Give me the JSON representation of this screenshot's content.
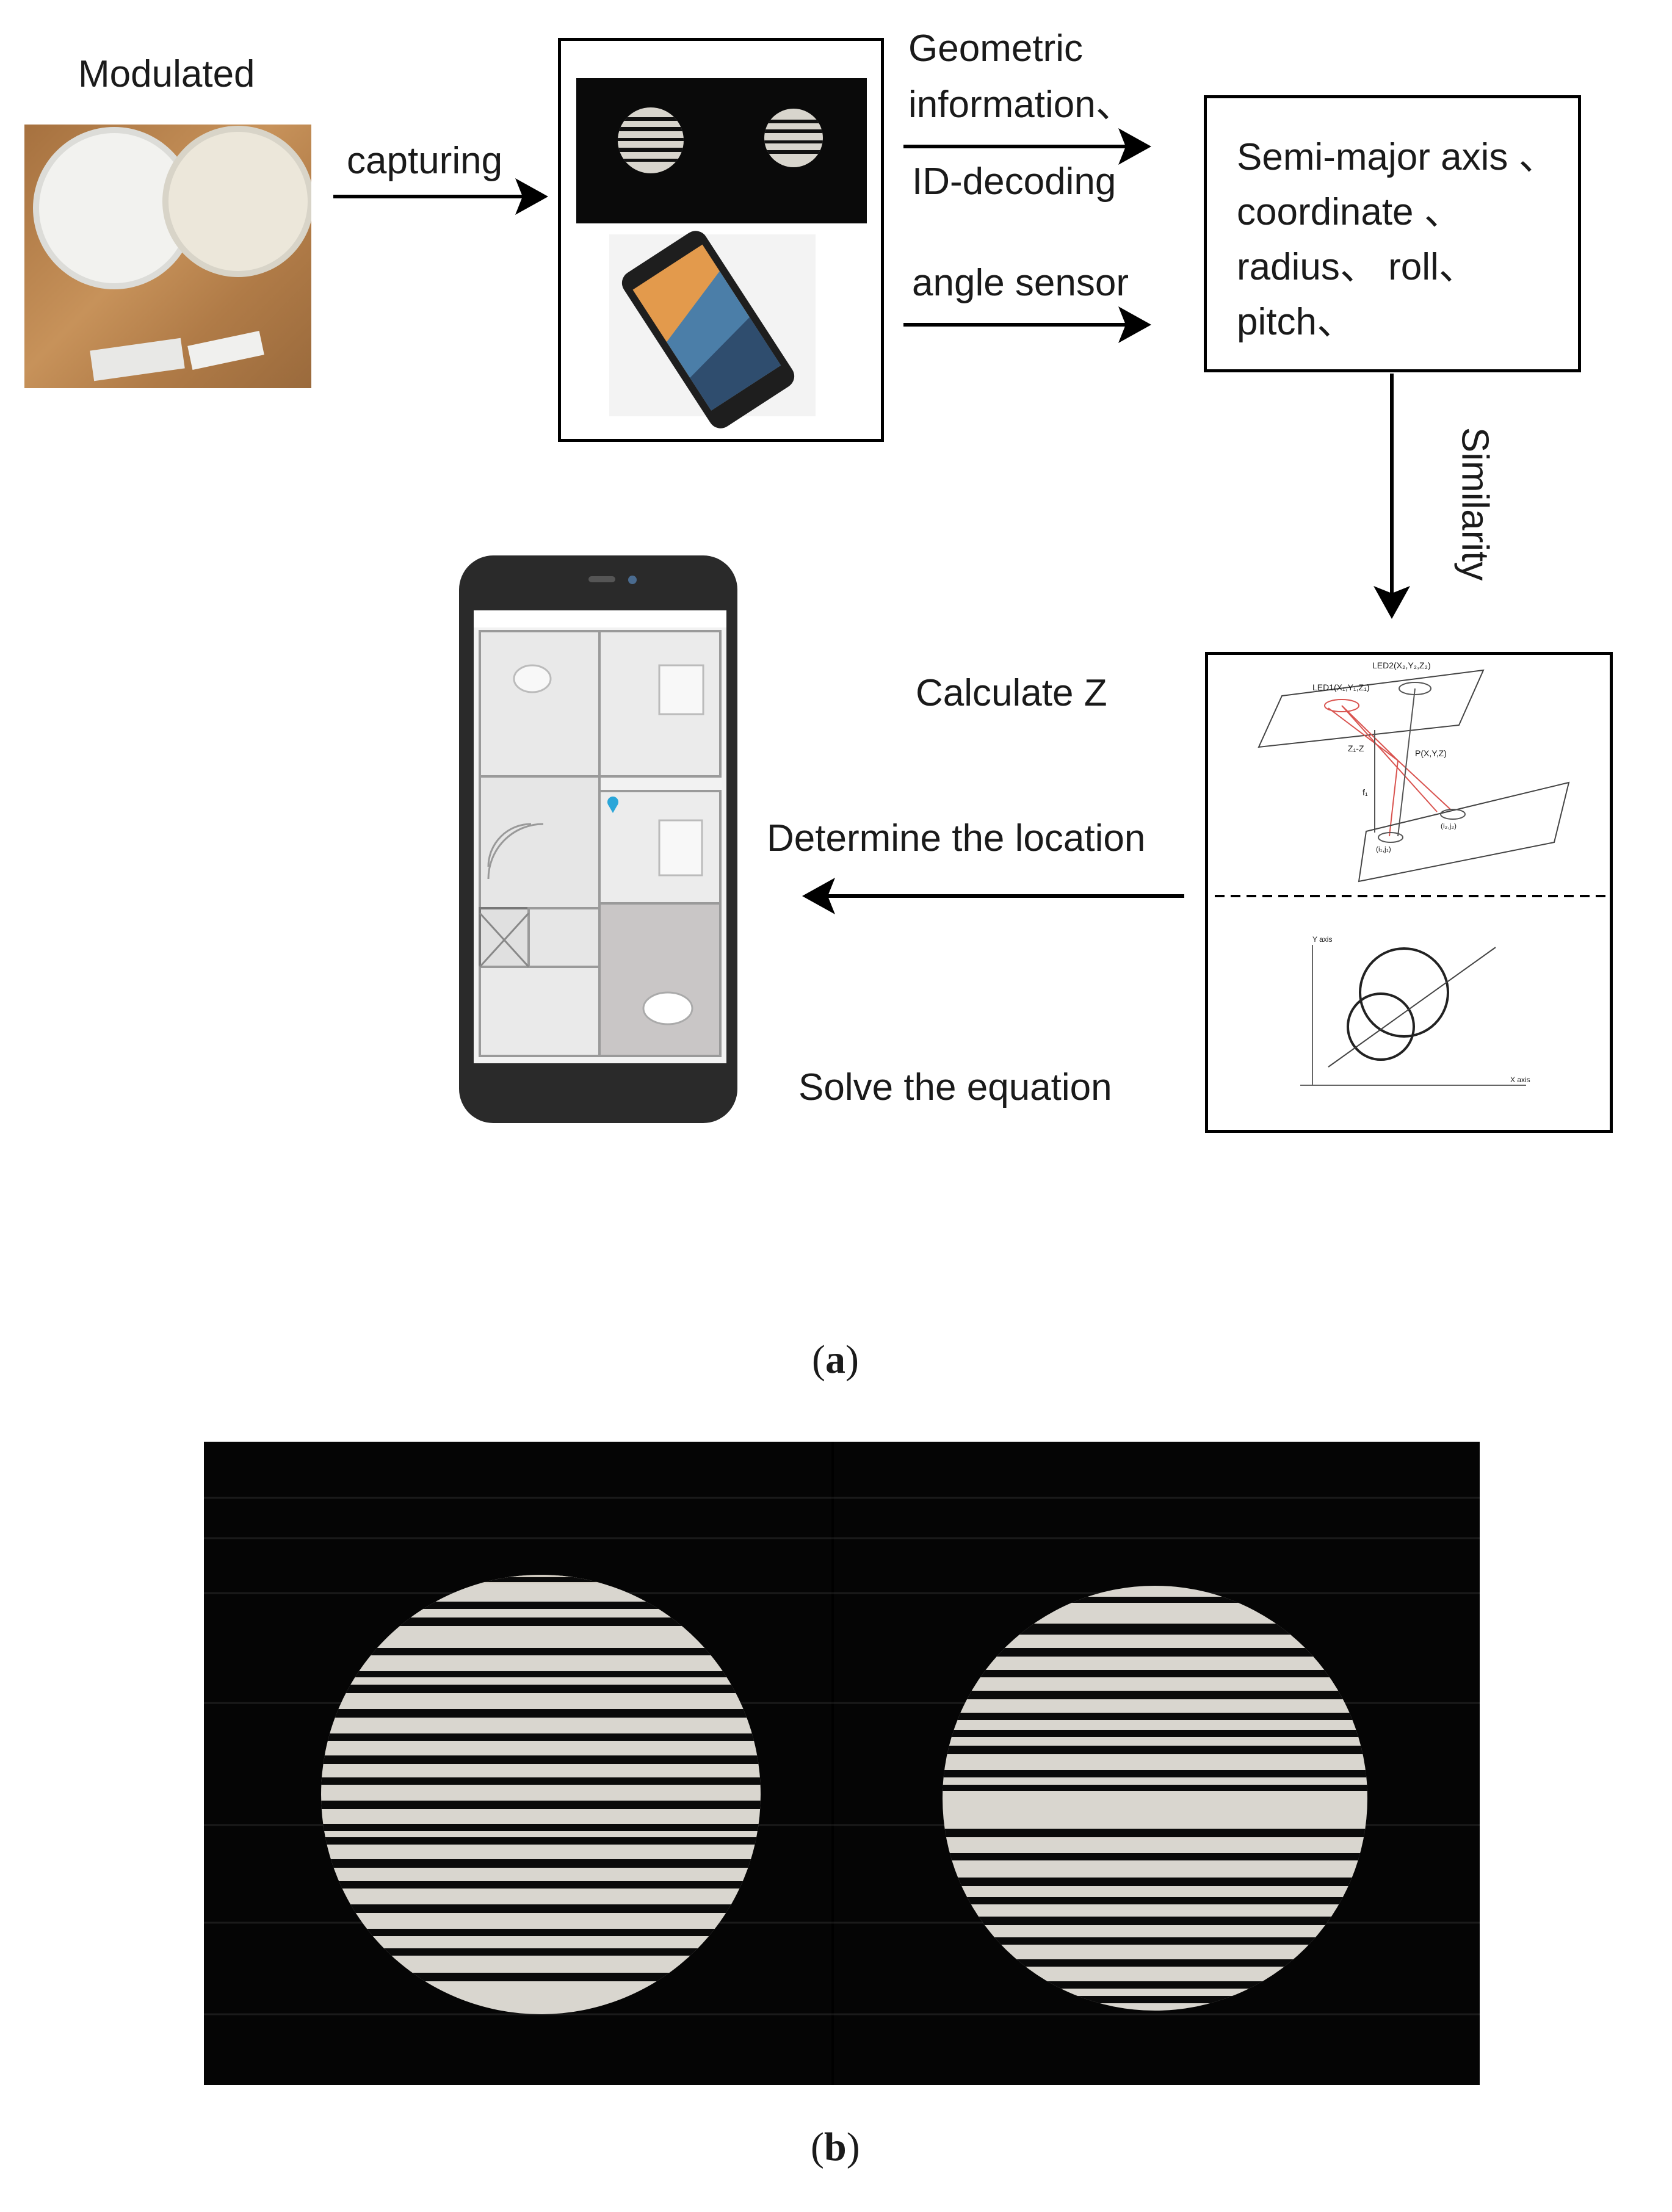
{
  "labels": {
    "modulated": "Modulated",
    "capturing": "capturing",
    "geometric_line1": "Geometric",
    "geometric_line2": "information、",
    "id_decoding": "ID-decoding",
    "angle_sensor": "angle sensor",
    "params_line1": "Semi-major axis 、",
    "params_line2": "coordinate 、",
    "params_line3": "radius、 roll、",
    "params_line4": "pitch、",
    "similarity": "Similarity",
    "calculate_z": "Calculate Z",
    "determine_location": "Determine the location",
    "solve_equation": "Solve the equation"
  },
  "diagram_small_text": {
    "led2": "LED2(X₂,Y₂,Z₂)",
    "led1": "LED1(X₁,Y₁,Z₁)",
    "p": "P(X,Y,Z)",
    "z1z": "Z₁-Z",
    "f": "f₁",
    "img1": "(i₁,j₁)",
    "img2": "(i₂,j₂)",
    "y_axis": "Y axis",
    "x_axis": "X axis"
  },
  "captions": {
    "a": "a",
    "b": "b"
  },
  "colors": {
    "line": "#000000",
    "stripe_light": "#d9d6cf",
    "background_dark": "#050505",
    "ray_red": "#d9534f"
  }
}
